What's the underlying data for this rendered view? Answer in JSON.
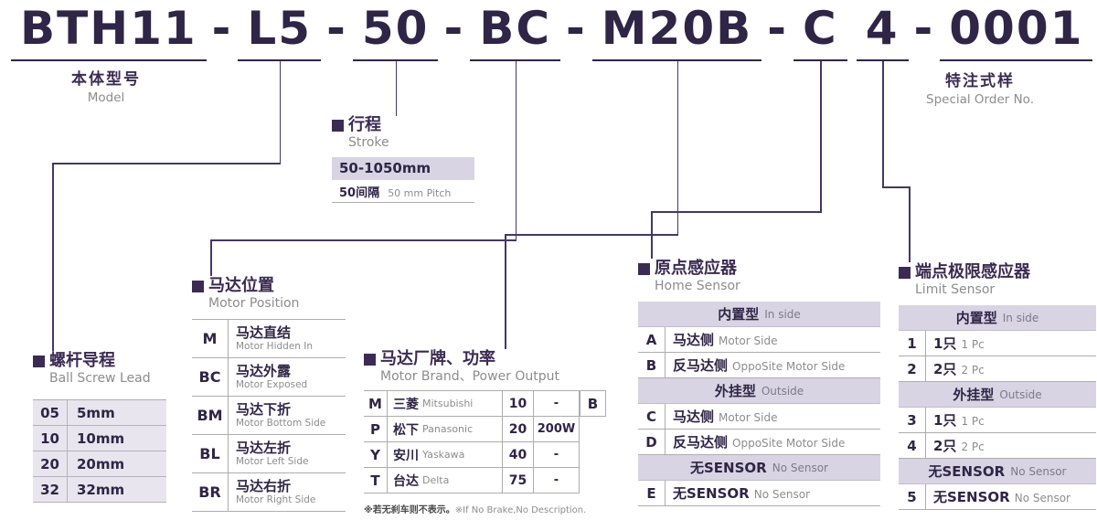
{
  "colors": {
    "accent": "#3b2b52",
    "title_text": "#2f2546",
    "header_bg": "#d9d4e3",
    "shaded_row_bg": "#e8e5ee",
    "muted_text": "#8c8c8c",
    "table_line": "#adadad",
    "connector": "#453763"
  },
  "model_code": {
    "segments": [
      "BTH11",
      "L5",
      "50",
      "BC",
      "M20B",
      "C",
      "4",
      "0001"
    ],
    "separator": "-"
  },
  "model_label": {
    "cn": "本体型号",
    "en": "Model"
  },
  "special_order": {
    "cn": "特注式样",
    "en": "Special Order No."
  },
  "stroke": {
    "cn": "行程",
    "en": "Stroke",
    "range": "50-1050mm",
    "pitch_cn": "50间隔",
    "pitch_en": "50 mm Pitch"
  },
  "ball_screw": {
    "cn": "螺杆导程",
    "en": "Ball Screw Lead",
    "rows": [
      {
        "code": "05",
        "value": "5mm"
      },
      {
        "code": "10",
        "value": "10mm"
      },
      {
        "code": "20",
        "value": "20mm"
      },
      {
        "code": "32",
        "value": "32mm"
      }
    ]
  },
  "motor_position": {
    "cn": "马达位置",
    "en": "Motor Position",
    "rows": [
      {
        "code": "M",
        "cn": "马达直结",
        "en": "Motor Hidden In"
      },
      {
        "code": "BC",
        "cn": "马达外露",
        "en": "Motor Exposed"
      },
      {
        "code": "BM",
        "cn": "马达下折",
        "en": "Motor Bottom Side"
      },
      {
        "code": "BL",
        "cn": "马达左折",
        "en": "Motor Left Side"
      },
      {
        "code": "BR",
        "cn": "马达右折",
        "en": "Motor Right Side"
      }
    ]
  },
  "motor_brand": {
    "cn": "马达厂牌、功率",
    "en": "Motor Brand、Power Output",
    "rows": [
      {
        "code": "M",
        "brand_cn": "三菱",
        "brand_en": "Mitsubishi",
        "power_code": "10",
        "power": "-",
        "brake": "B"
      },
      {
        "code": "P",
        "brand_cn": "松下",
        "brand_en": "Panasonic",
        "power_code": "20",
        "power": "200W",
        "brake": ""
      },
      {
        "code": "Y",
        "brand_cn": "安川",
        "brand_en": "Yaskawa",
        "power_code": "40",
        "power": "-",
        "brake": ""
      },
      {
        "code": "T",
        "brand_cn": "台达",
        "brand_en": "Delta",
        "power_code": "75",
        "power": "-",
        "brake": ""
      }
    ],
    "note_cn": "※若无刹车则不表示。",
    "note_en": "※If No Brake,No Description."
  },
  "home_sensor": {
    "cn": "原点感应器",
    "en": "Home Sensor",
    "rows": [
      {
        "type": "group",
        "cn": "内置型",
        "en": "In side"
      },
      {
        "type": "item",
        "code": "A",
        "cn": "马达侧",
        "en": "Motor Side"
      },
      {
        "type": "item",
        "code": "B",
        "cn": "反马达侧",
        "en": "OppoSite Motor Side"
      },
      {
        "type": "group",
        "cn": "外挂型",
        "en": "Outside"
      },
      {
        "type": "item",
        "code": "C",
        "cn": "马达侧",
        "en": "Motor Side"
      },
      {
        "type": "item",
        "code": "D",
        "cn": "反马达侧",
        "en": "OppoSite Motor Side"
      },
      {
        "type": "group",
        "cn": "无SENSOR",
        "en": "No Sensor"
      },
      {
        "type": "item",
        "code": "E",
        "cn": "无SENSOR",
        "en": "No Sensor"
      }
    ]
  },
  "limit_sensor": {
    "cn": "端点极限感应器",
    "en": "Limit Sensor",
    "rows": [
      {
        "type": "group",
        "cn": "内置型",
        "en": "In side"
      },
      {
        "type": "item",
        "code": "1",
        "cn": "1只",
        "en": "1 Pc"
      },
      {
        "type": "item",
        "code": "2",
        "cn": "2只",
        "en": "2 Pc"
      },
      {
        "type": "group",
        "cn": "外挂型",
        "en": "Outside"
      },
      {
        "type": "item",
        "code": "3",
        "cn": "1只",
        "en": "1 Pc"
      },
      {
        "type": "item",
        "code": "4",
        "cn": "2只",
        "en": "2 Pc"
      },
      {
        "type": "group",
        "cn": "无SENSOR",
        "en": "No Sensor"
      },
      {
        "type": "item",
        "code": "5",
        "cn": "无SENSOR",
        "en": "No Sensor"
      }
    ]
  }
}
